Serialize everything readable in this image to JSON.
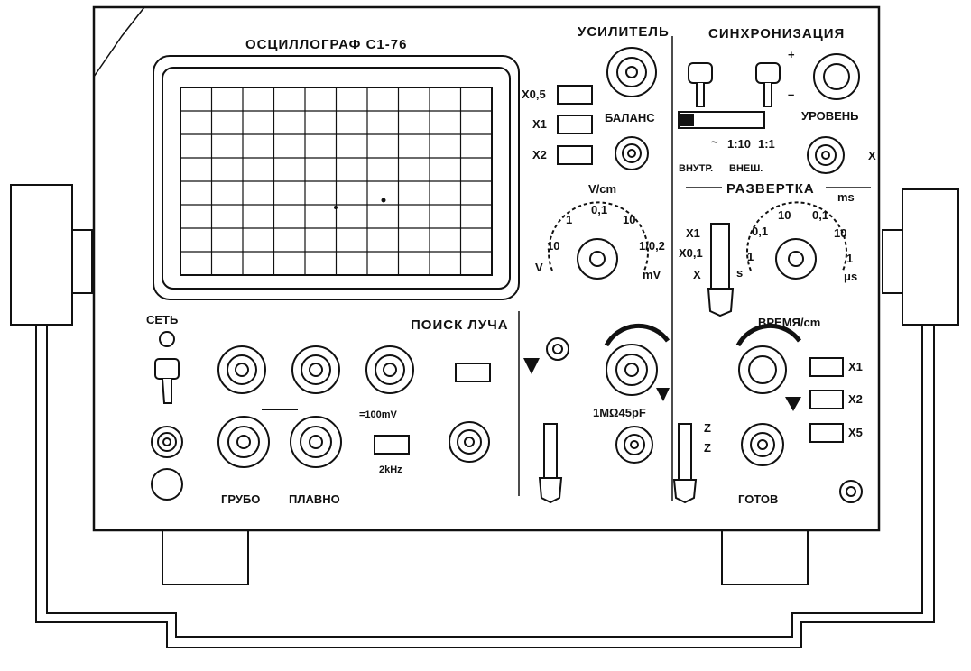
{
  "title": "ОСЦИЛЛОГРАФ С1-76",
  "sections": {
    "amplifier": "УСИЛИТЕЛЬ",
    "sync": "СИНХРОНИЗАЦИЯ",
    "sweep": "РАЗВЕРТКА",
    "beam_search": "ПОИСК ЛУЧА"
  },
  "labels": {
    "power": "СЕТЬ",
    "coarse": "ГРУБО",
    "fine": "ПЛАВНО",
    "balance": "БАЛАНС",
    "level": "УРОВЕНЬ",
    "ready": "ГОТОВ",
    "time_per_cm": "ВРЕМЯ/cm",
    "volts_per_cm": "V/cm",
    "input_impedance": "1MΩ45pF",
    "internal": "ВНУТР.",
    "external": "ВНЕШ.",
    "cal_100mv": "=100mV",
    "cal_2khz": "2kHz",
    "gain_x05": "X0,5",
    "gain_x1": "X1",
    "gain_x2": "X2",
    "ext_x_input": "X",
    "sweep_x1": "X1",
    "sweep_x01": "X0,1",
    "sweep_ext_x": "X",
    "time_x1": "X1",
    "time_x2": "X2",
    "time_x5": "X5",
    "z1": "Z",
    "z2": "Z",
    "sync_ac": "~",
    "sync_div": "1:10",
    "sync_one": "1:1",
    "plus": "+",
    "minus": "–"
  },
  "volts_dial": {
    "ticks": [
      "10",
      "1",
      "0,1",
      "10",
      "1/0,2"
    ],
    "unit_left": "V",
    "unit_right": "mV"
  },
  "time_dial": {
    "ticks": [
      "0,1",
      "1",
      "10",
      "0,1",
      "10",
      "1"
    ],
    "unit_left": "s",
    "unit_top": "ms",
    "unit_right": "μs"
  }
}
